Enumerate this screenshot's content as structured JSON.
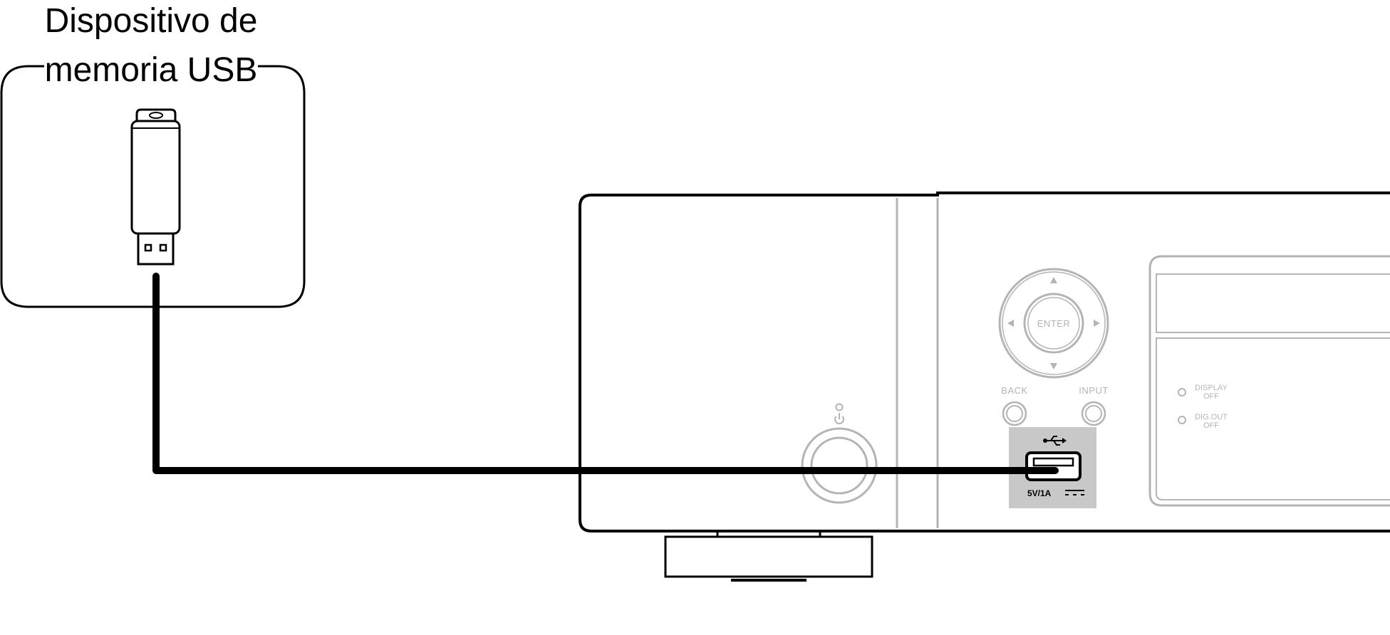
{
  "callout": {
    "title_line1": "Dispositivo de",
    "title_line2": "memoria USB"
  },
  "panel": {
    "enter_label": "ENTER",
    "back_label": "BACK",
    "input_label": "INPUT",
    "display_off_label_1": "DISPLAY",
    "display_off_label_2": "OFF",
    "dig_out_off_label_1": "DIG.OUT",
    "dig_out_off_label_2": "OFF",
    "usb_rating_label": "5V/1A"
  },
  "colors": {
    "outline": "#000000",
    "panel_gray": "#b4b4b4",
    "usb_port_background": "#c8c8c8",
    "background": "#ffffff"
  },
  "icons": {
    "usb_symbol": "usb-icon",
    "power_symbol": "power-icon",
    "dc_symbol": "dc-current-icon"
  }
}
